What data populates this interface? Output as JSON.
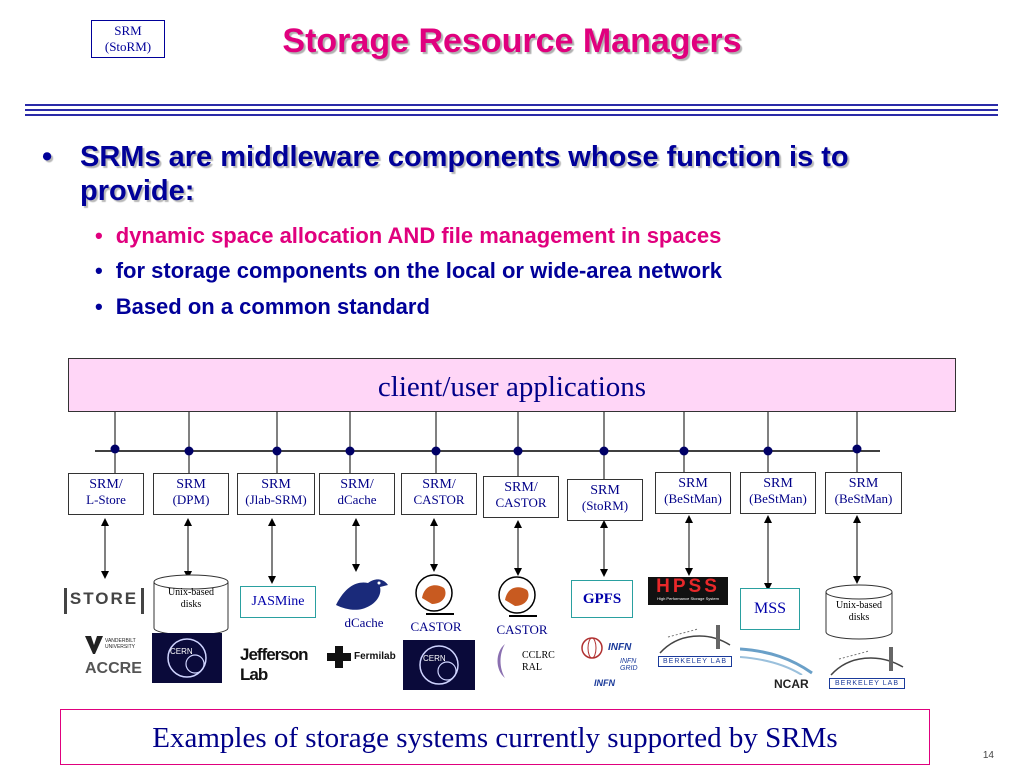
{
  "badge": {
    "line1": "SRM",
    "line2": "(StoRM)"
  },
  "title": "Storage Resource Managers",
  "bullet_main": "SRMs are middleware components whose function is to provide:",
  "sub_bullets": [
    {
      "text": "dynamic space allocation AND file management in spaces",
      "color": "#e0007e"
    },
    {
      "text": "for storage components on the local or wide-area network",
      "color": "#000099"
    },
    {
      "text": "Based on a common standard",
      "color": "#000099"
    }
  ],
  "client_box": "client/user applications",
  "srm_boxes": [
    {
      "line1": "SRM/",
      "line2": "L-Store"
    },
    {
      "line1": "SRM",
      "line2": "(DPM)"
    },
    {
      "line1": "SRM",
      "line2": "(Jlab-SRM)"
    },
    {
      "line1": "SRM/",
      "line2": "dCache"
    },
    {
      "line1": "SRM/",
      "line2": "CASTOR"
    },
    {
      "line1": "SRM/",
      "line2": "CASTOR"
    },
    {
      "line1": "SRM",
      "line2": "(StoRM)"
    },
    {
      "line1": "SRM",
      "line2": "(BeStMan)"
    },
    {
      "line1": "SRM",
      "line2": "(BeStMan)"
    },
    {
      "line1": "SRM",
      "line2": "(BeStMan)"
    }
  ],
  "storage": {
    "lstore": "STORE",
    "unix_disks_1": "Unix-based disks",
    "jasmine": "JASMine",
    "dcache": "dCache",
    "castor_1": "CASTOR",
    "castor_2": "CASTOR",
    "gpfs": "GPFS",
    "hpss": "HPSS",
    "hpss_sub": "High Performance Storage System",
    "mss": "MSS",
    "unix_disks_2": "Unix-based disks"
  },
  "institutions": {
    "vanderbilt": "VANDERBILT UNIVERSITY",
    "accre": "ACCRE",
    "cern_1": "CERN",
    "jefferson": "Jefferson Lab",
    "fermilab": "Fermilab",
    "cern_2": "CERN",
    "cclrc": "CCLRC RAL",
    "infn_1": "INFN",
    "infn_grid": "INFN GRID",
    "infn_2": "INFN",
    "berkeley_1": "BERKELEY LAB",
    "ncar": "NCAR",
    "berkeley_2": "BERKELEY LAB"
  },
  "footer": "Examples of storage systems currently supported by SRMs",
  "page_number": "14",
  "colors": {
    "title": "#e0007e",
    "text_blue": "#000099",
    "client_fill": "#ffd6f7",
    "footer_border": "#e0007e"
  }
}
